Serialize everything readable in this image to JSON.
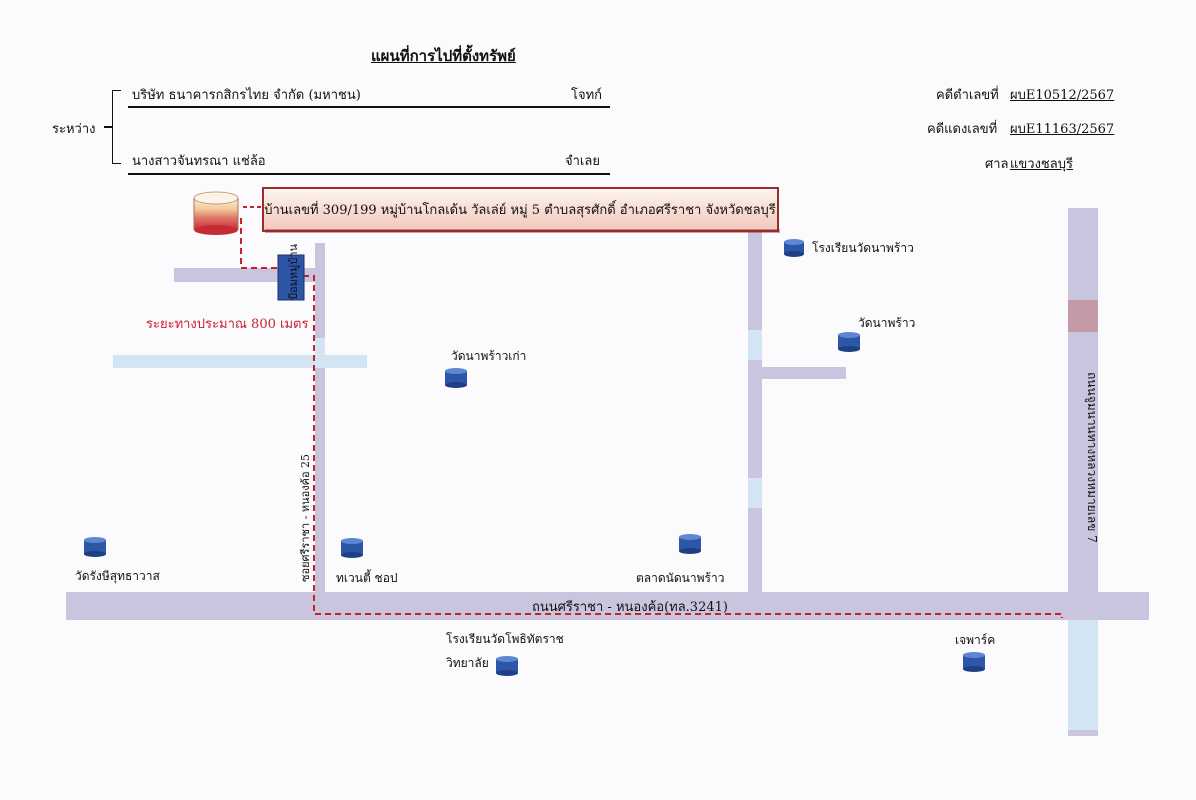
{
  "header": {
    "title": "แผนที่การไปที่ตั้งทรัพย์",
    "between_label": "ระหว่าง",
    "plaintiff_name": "บริษัท ธนาคารกสิกรไทย จำกัด (มหาชน)",
    "plaintiff_role": "โจทก์",
    "defendant_name": "นางสาวจันทรณา แช่ล้อ",
    "defendant_role": "จำเลย",
    "black_case_label": "คดีดำเลขที่",
    "black_case_no": "ผบE10512/2567",
    "red_case_label": "คดีแดงเลขที่",
    "red_case_no": "ผบE11163/2567",
    "court_label": "ศาล",
    "court_name": "แขวงชลบุรี"
  },
  "map": {
    "property_address": "บ้านเลขที่ 309/199 หมู่บ้านโกลเด้น วัลเล่ย์ หมู่ 5 ตำบลสุรศักดิ์ อำเภอศรีราชา จังหวัดชลบุรี",
    "distance_note": "ระยะทางประมาณ 800 เมตร",
    "roads": {
      "main_road": "ถนนศรีราชา - หนองค้อ(ทล.3241)",
      "soi_road": "ซอยศรีราชา - หนองค้อ 25",
      "highway": "ถนนจูมนานทางหลวงหมายเลข 7",
      "village_gate": "ป้อมหมู่บ้าน"
    },
    "landmarks": {
      "wat_naphrao_school": "โรงเรียนวัดนาพร้าว",
      "wat_naphrao": "วัดนาพร้าว",
      "wat_naphrao_kao": "วัดนาพร้าวเก่า",
      "wat_rangsi": "วัดรังษีสุทธาวาส",
      "twenty_shop": "ทเวนตี้ ชอป",
      "talad_naphrao": "ตลาดนัดนาพร้าว",
      "school_line1": "โรงเรียนวัดโพธิทัตราช",
      "school_line2": "วิทยาลัย",
      "j_park": "เจพาร์ค"
    },
    "colors": {
      "road": "#c9c5df",
      "road_accent": "#d3e4f3",
      "highway_accent": "#c49aa8",
      "route": "#cc1f2a",
      "landmark": "#2d56a8",
      "callout_fill": "#fae6dd",
      "callout_border": "#9b2a2a"
    }
  }
}
